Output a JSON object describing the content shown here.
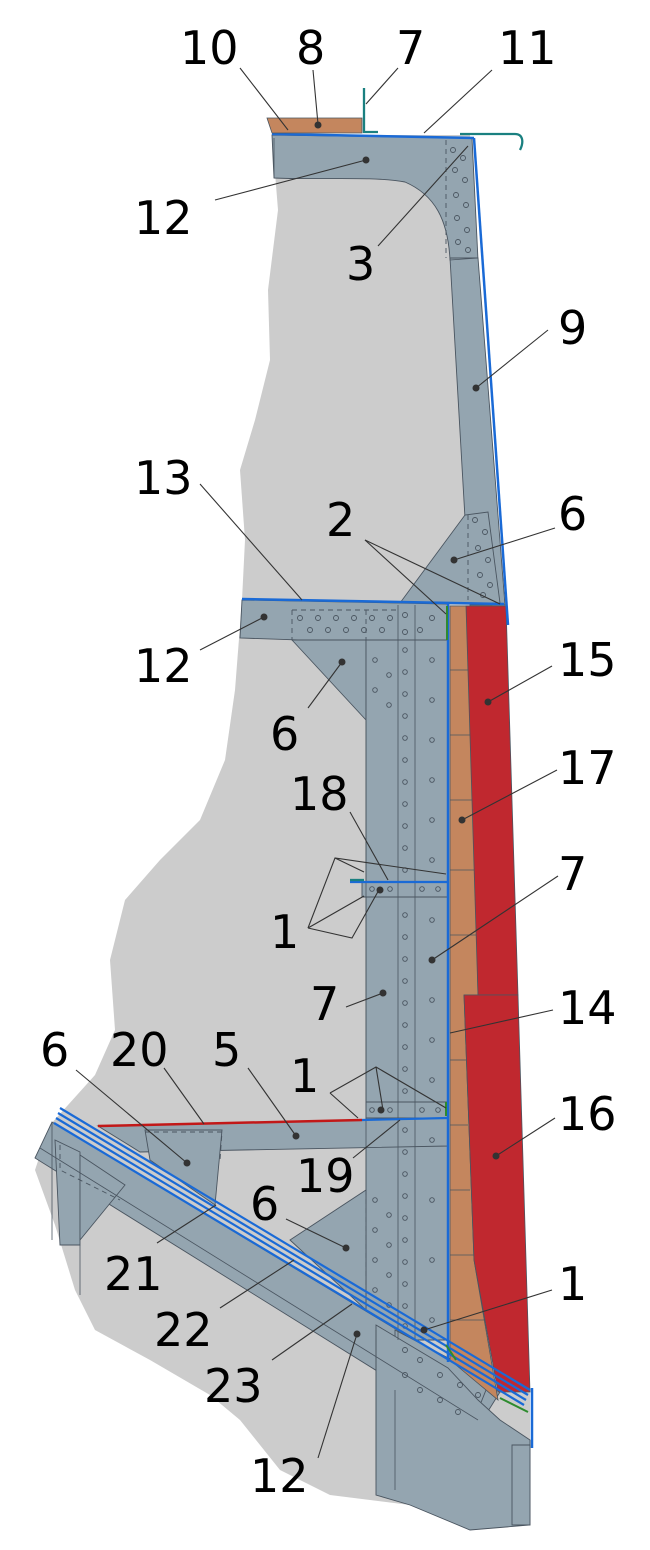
{
  "colors": {
    "background": "#ffffff",
    "hull_section": "#cccccc",
    "steel": "#94a5b0",
    "steel_edge": "#4a5560",
    "blue_line": "#1a6ad6",
    "red_line": "#c21818",
    "armor_red": "#c0282f",
    "wood_backing": "#c4865e",
    "teal_angle": "#1a8080",
    "green_strip": "#2e8b2e"
  },
  "callouts": [
    {
      "id": "label-10-top",
      "text": "10"
    },
    {
      "id": "label-8-top",
      "text": "8"
    },
    {
      "id": "label-7-top",
      "text": "7"
    },
    {
      "id": "label-11-top",
      "text": "11"
    },
    {
      "id": "label-12-upper",
      "text": "12"
    },
    {
      "id": "label-3",
      "text": "3"
    },
    {
      "id": "label-9",
      "text": "9"
    },
    {
      "id": "label-13",
      "text": "13"
    },
    {
      "id": "label-2",
      "text": "2"
    },
    {
      "id": "label-6-upper-right",
      "text": "6"
    },
    {
      "id": "label-12-middle",
      "text": "12"
    },
    {
      "id": "label-15",
      "text": "15"
    },
    {
      "id": "label-6-middle",
      "text": "6"
    },
    {
      "id": "label-17",
      "text": "17"
    },
    {
      "id": "label-18",
      "text": "18"
    },
    {
      "id": "label-7-right",
      "text": "7"
    },
    {
      "id": "label-1-upper",
      "text": "1"
    },
    {
      "id": "label-7-center",
      "text": "7"
    },
    {
      "id": "label-14",
      "text": "14"
    },
    {
      "id": "label-6-lower-left",
      "text": "6"
    },
    {
      "id": "label-20",
      "text": "20"
    },
    {
      "id": "label-5",
      "text": "5"
    },
    {
      "id": "label-1-middle",
      "text": "1"
    },
    {
      "id": "label-16",
      "text": "16"
    },
    {
      "id": "label-19",
      "text": "19"
    },
    {
      "id": "label-6-lower",
      "text": "6"
    },
    {
      "id": "label-21",
      "text": "21"
    },
    {
      "id": "label-22",
      "text": "22"
    },
    {
      "id": "label-1-lower",
      "text": "1"
    },
    {
      "id": "label-23",
      "text": "23"
    },
    {
      "id": "label-12-bottom",
      "text": "12"
    }
  ]
}
